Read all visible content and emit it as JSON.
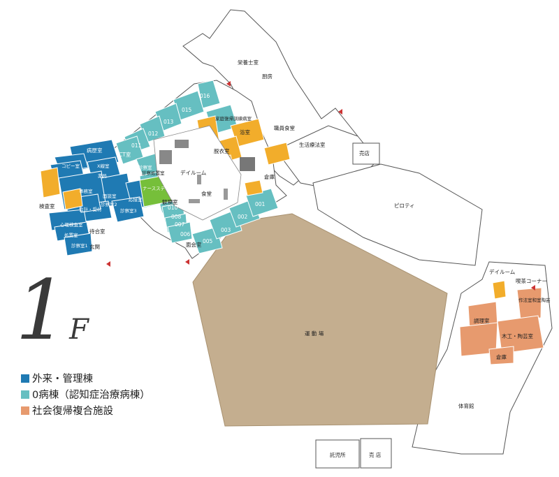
{
  "floor": {
    "number": "1",
    "suffix": "F"
  },
  "legend": [
    {
      "label": "外来・管理棟",
      "color": "#1f7ab3"
    },
    {
      "label": "0病棟（認知症治療病棟）",
      "color": "#66bfc1"
    },
    {
      "label": "社会復帰複合施設",
      "color": "#e79a6e"
    }
  ],
  "rooms": {
    "kitchen": "厨房",
    "dietitian": "栄養士室",
    "room_016": "016",
    "room_015": "015",
    "room_013": "013",
    "room_012": "012",
    "room_011": "011",
    "ct": "CT室",
    "medical_records": "病歴室",
    "xray": "X線室",
    "copy": "コピー室",
    "pharmacy": "薬局",
    "exam_room_right": "診察室",
    "reception": "事務室",
    "accounting": "会計・受付",
    "interview": "面談室",
    "consult_room": "応接室",
    "exam2": "診察室2",
    "exam3": "診察室3",
    "waiting": "待合室",
    "psych_test": "心理検査室",
    "treatment": "処置室",
    "exam1": "診察室1",
    "entrance": "玄関",
    "inspection": "検査室",
    "rehab": "家庭復帰訓練病室",
    "bath": "浴室",
    "dressing": "脱衣室",
    "staff_dining": "職員食堂",
    "life_therapy": "生活療法室",
    "shop_top": "売店",
    "dayroom": "デイルーム",
    "dining": "食堂",
    "nurse_station": "ナースステーション",
    "observation": "観察室",
    "exam_treatment": "診察処置室",
    "room_010": "010",
    "room_008": "008",
    "room_007": "007",
    "room_006": "006",
    "room_005": "005",
    "room_003": "003",
    "room_002": "002",
    "room_001": "001",
    "visiting": "面会室",
    "storage_top": "倉庫",
    "piloti": "ピロティ",
    "ground": "運 動 場",
    "dayroom_right": "デイルーム",
    "cafe": "喫茶コーナー",
    "crafts": "作法室和室陶芸",
    "cooking": "調理室",
    "woodwork": "木工・陶芸室",
    "storage_right": "倉庫",
    "gym": "体育館",
    "nursery": "託児所",
    "shop_bottom": "売 店"
  }
}
